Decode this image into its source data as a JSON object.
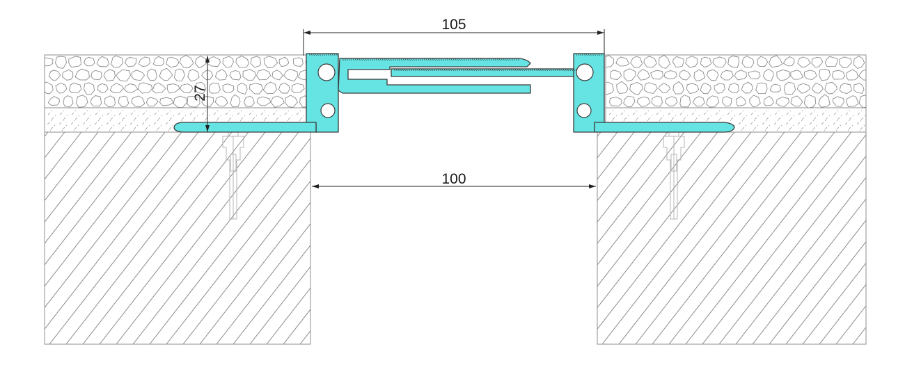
{
  "drawing": {
    "profile_color": "#66e3e3",
    "line_color": "#8c8c8c"
  },
  "dimensions": {
    "top_width": "105",
    "gap_width": "100",
    "height": "27"
  }
}
